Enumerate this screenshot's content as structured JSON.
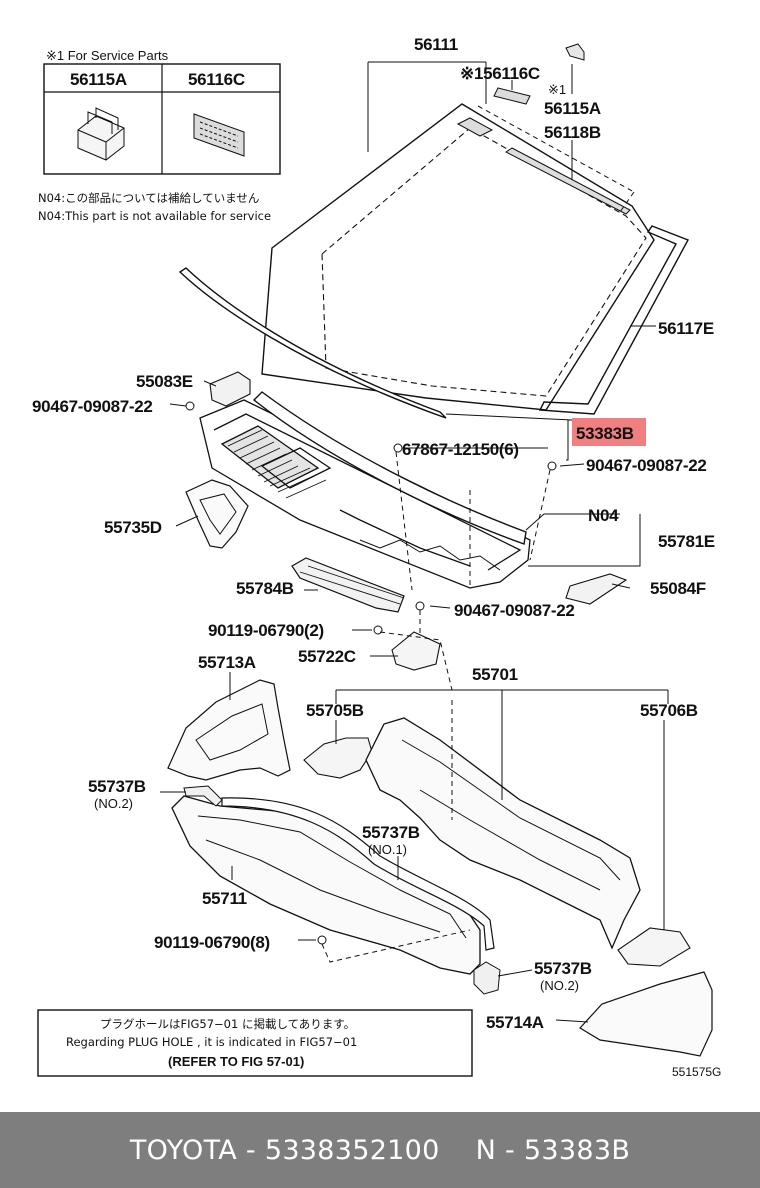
{
  "legend": {
    "title": "※1 For Service Parts",
    "col1": "56115A",
    "col2": "56116C"
  },
  "notes": {
    "jp": "N04:この部品については補給していません",
    "en": "N04:This part is not available for service"
  },
  "labels": {
    "windshield": "56111",
    "clip_56116c": "※156116C",
    "mark_1": "※1",
    "p_56115a": "56115A",
    "p_56118b": "56118B",
    "p_56117e": "56117E",
    "p_55083e": "55083E",
    "bolt_left_top": "90467-09087-22",
    "p_53383b": "53383B",
    "clip_67867": "67867-12150(6)",
    "bolt_right": "90467-09087-22",
    "n04": "N04",
    "p_55735d": "55735D",
    "p_55781e": "55781E",
    "p_55784b": "55784B",
    "p_55084f": "55084F",
    "bolt_bottom": "90467-09087-22",
    "nut_top": "90119-06790(2)",
    "p_55722c": "55722C",
    "p_55701": "55701",
    "p_55713a": "55713A",
    "p_55705b": "55705B",
    "p_55706b": "55706B",
    "p_55737b_no2_top": "55737B",
    "no2_a": "(NO.2)",
    "p_55737b_no1": "55737B",
    "no1": "(NO.1)",
    "p_55711": "55711",
    "nut_bottom": "90119-06790(8)",
    "p_55737b_no2_bottom": "55737B",
    "no2_b": "(NO.2)",
    "p_55714a": "55714A"
  },
  "notice": {
    "jp": "プラグホールはFIG57−01 に掲載してあります。",
    "en": "Regarding  PLUG HOLE , it is indicated in FIG57−01",
    "ref": "(REFER TO FIG 57-01)"
  },
  "figure_id": "551575G",
  "footer": {
    "brand_part": "TOYOTA - 5338352100",
    "ref_part": "N - 53383B"
  },
  "highlight_color": "#f08080"
}
